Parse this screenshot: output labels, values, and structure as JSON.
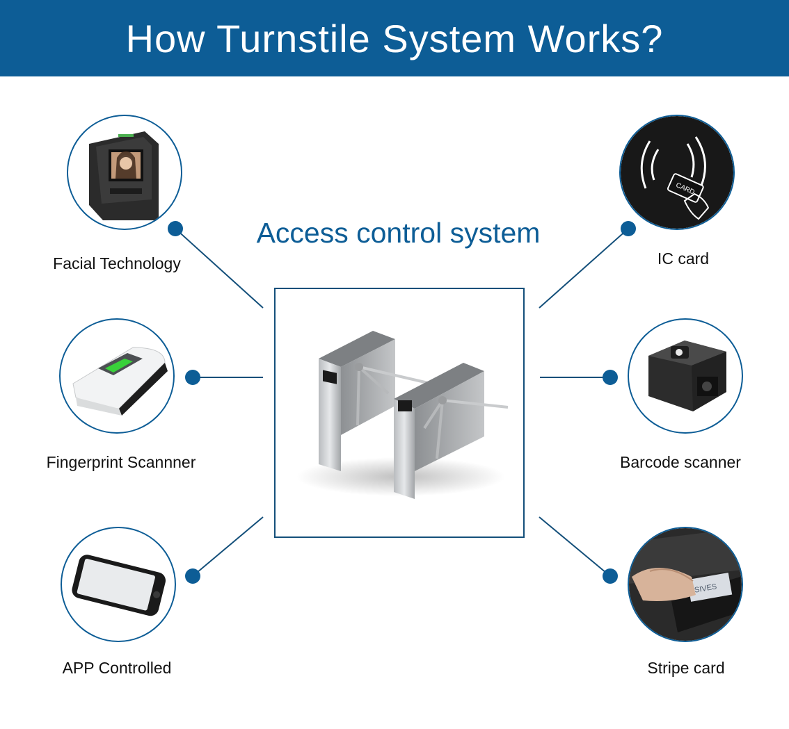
{
  "header": {
    "title": "How Turnstile System Works?"
  },
  "subtitle": "Access control system",
  "colors": {
    "brand": "#0d5d96",
    "line": "#134f7a",
    "text": "#111111"
  },
  "methods": {
    "facial": {
      "label": "Facial Technology",
      "icon": "face-terminal-icon"
    },
    "fingerprint": {
      "label": "Fingerprint Scannner",
      "icon": "fingerprint-scanner-icon"
    },
    "app": {
      "label": "APP Controlled",
      "icon": "smartphone-icon"
    },
    "ic_card": {
      "label": "IC card",
      "icon": "contactless-card-icon",
      "card_text": "CARD"
    },
    "barcode": {
      "label": "Barcode scanner",
      "icon": "barcode-scanner-icon"
    },
    "stripe": {
      "label": "Stripe card",
      "icon": "card-swipe-icon",
      "card_text": "SIVES"
    }
  },
  "center": {
    "image": "tripod-turnstile-pair"
  }
}
